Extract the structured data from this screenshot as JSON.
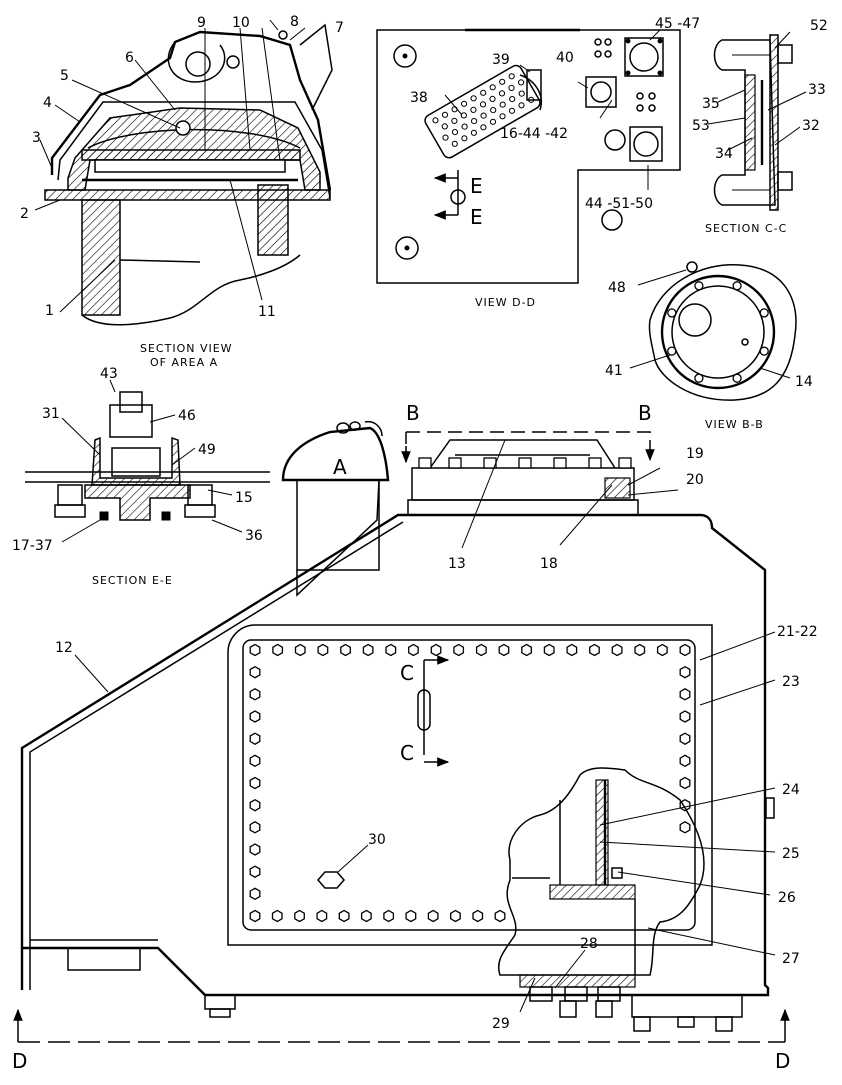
{
  "views": {
    "section_area_a": {
      "line1": "SECTION VIEW",
      "line2": "OF AREA A"
    },
    "view_d_d": "VIEW D-D",
    "section_c_c": "SECTION C-C",
    "view_b_b": "VIEW B-B",
    "section_e_e": "SECTION E-E"
  },
  "cut_labels": {
    "b_left": "B",
    "b_right": "B",
    "d_left": "D",
    "d_right": "D",
    "e_top": "E",
    "e_bottom": "E",
    "c_top": "C",
    "c_bottom": "C",
    "area_a": "A"
  },
  "callouts": {
    "c1": "1",
    "c2": "2",
    "c3": "3",
    "c4": "4",
    "c5": "5",
    "c6": "6",
    "c7": "7",
    "c8": "8",
    "c9": "9",
    "c10": "10",
    "c11": "11",
    "c12": "12",
    "c13": "13",
    "c14": "14",
    "c15": "15",
    "c16_44_42": "16-44 -42",
    "c17_37": "17-37",
    "c18": "18",
    "c19": "19",
    "c20": "20",
    "c21_22": "21-22",
    "c23": "23",
    "c24": "24",
    "c25": "25",
    "c26": "26",
    "c27": "27",
    "c28": "28",
    "c29": "29",
    "c30": "30",
    "c31": "31",
    "c32": "32",
    "c33": "33",
    "c34": "34",
    "c35": "35",
    "c36": "36",
    "c38": "38",
    "c39": "39",
    "c40": "40",
    "c41": "41",
    "c43": "43",
    "c44_51_50": "44 -51-50",
    "c45_47": "45 -47",
    "c46": "46",
    "c48": "48",
    "c49": "49",
    "c52": "52",
    "c53": "53"
  }
}
